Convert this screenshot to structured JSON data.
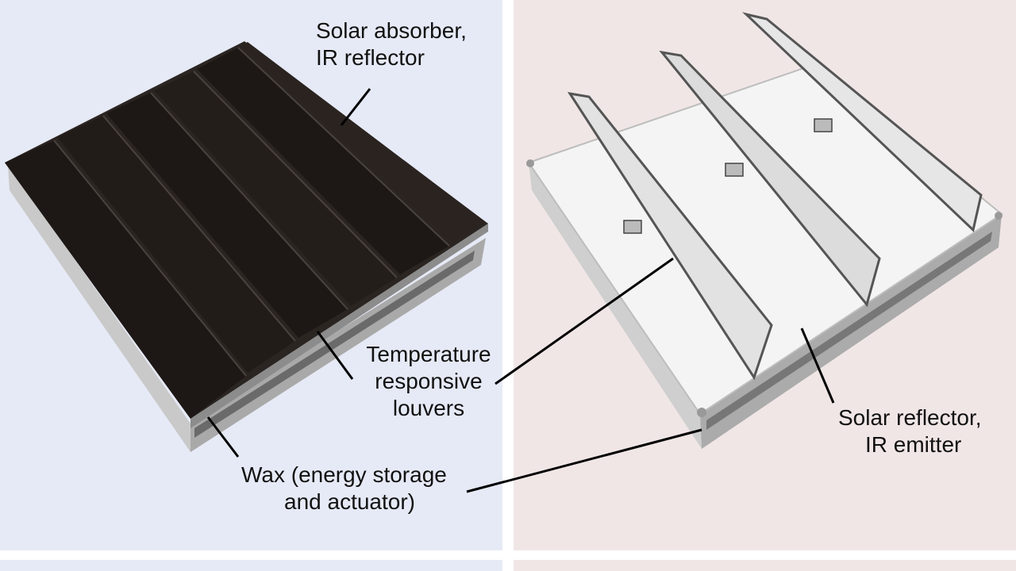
{
  "colors": {
    "left_panel_bg": "#e6eaf6",
    "right_panel_bg": "#f1e6e6",
    "absorber_slat": "#1d1815",
    "absorber_edge": "#3a3330",
    "frame": "#d9d9d9",
    "reflector_surface": "#f4f4f4",
    "louver_mirror": "#e2e2e2",
    "leader_line": "#000000"
  },
  "labels": {
    "solar_absorber": {
      "line1": "Solar absorber,",
      "line2": "IR reflector"
    },
    "louvers": {
      "line1": "Temperature",
      "line2": "responsive",
      "line3": "louvers"
    },
    "wax": {
      "line1": "Wax (energy storage",
      "line2": "and actuator)"
    },
    "solar_reflector": {
      "line1": "Solar reflector,",
      "line2": "IR emitter"
    }
  }
}
